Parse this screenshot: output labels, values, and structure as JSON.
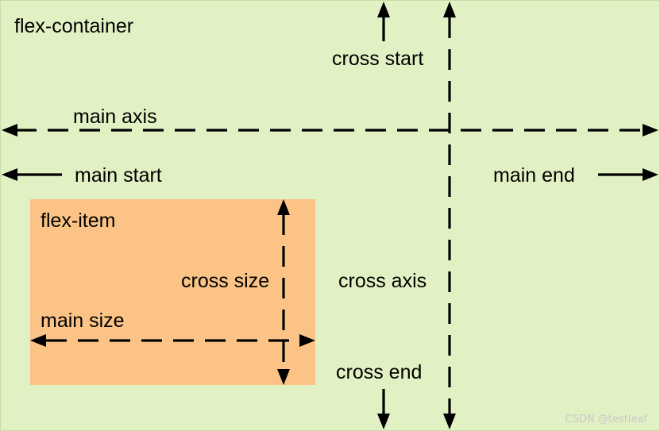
{
  "diagram": {
    "colors": {
      "container_background": "#e2f1c3",
      "container_border": "#c8dba8",
      "item_background": "#fbc486",
      "line": "#000000"
    },
    "labels": {
      "container": "flex-container",
      "cross_start": "cross start",
      "main_axis": "main axis",
      "main_start": "main start",
      "main_end": "main end",
      "item": "flex-item",
      "cross_size": "cross size",
      "cross_axis": "cross axis",
      "main_size": "main size",
      "cross_end": "cross end"
    },
    "watermark": "CSDN @testleaf"
  }
}
